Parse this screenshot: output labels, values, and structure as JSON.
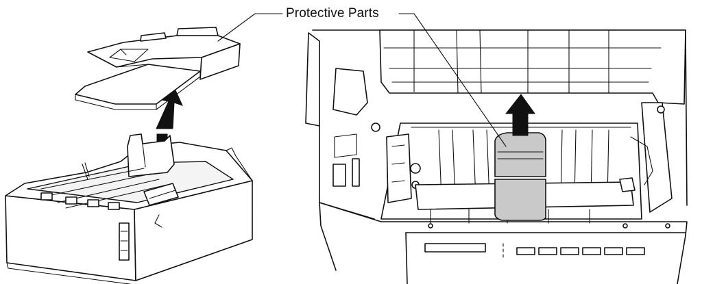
{
  "callout": {
    "label": "Protective Parts"
  },
  "illustrations": [
    {
      "name": "paper-tray",
      "icons": [
        "packing-insert-icon",
        "lift-arrow-icon",
        "paper-tray-icon"
      ]
    },
    {
      "name": "printer-interior",
      "icons": [
        "printer-interior-icon",
        "lift-arrow-icon",
        "protective-part-icon",
        "control-panel-icon"
      ]
    }
  ],
  "colors": {
    "line": "#111111",
    "protective_part_fill": "#c9c9c9",
    "background": "#ffffff"
  }
}
